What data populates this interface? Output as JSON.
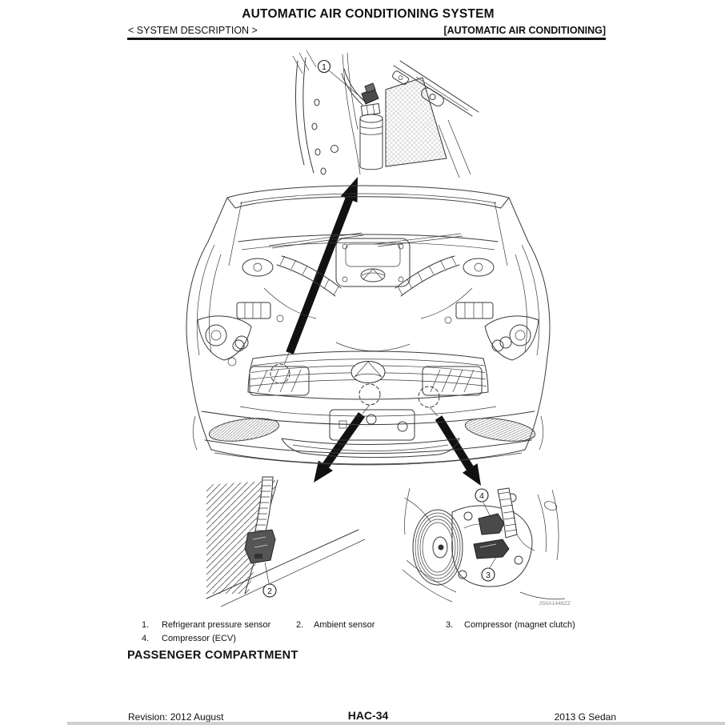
{
  "page": {
    "title": "AUTOMATIC AIR CONDITIONING SYSTEM",
    "section_left": "< SYSTEM DESCRIPTION >",
    "section_right": "[AUTOMATIC AIR CONDITIONING]"
  },
  "diagram": {
    "callouts": {
      "c1": "1",
      "c2": "2",
      "c3": "3",
      "c4": "4"
    },
    "figure_code": "JSIIA1448ZZ"
  },
  "legend": {
    "items": [
      {
        "num": "1.",
        "text": "Refrigerant pressure sensor"
      },
      {
        "num": "2.",
        "text": "Ambient sensor"
      },
      {
        "num": "3.",
        "text": "Compressor (magnet clutch)"
      },
      {
        "num": "4.",
        "text": "Compressor (ECV)"
      }
    ]
  },
  "section_heading": "PASSENGER COMPARTMENT",
  "footer": {
    "revision": "Revision: 2012 August",
    "page_code": "HAC-34",
    "model": "2013 G Sedan"
  }
}
